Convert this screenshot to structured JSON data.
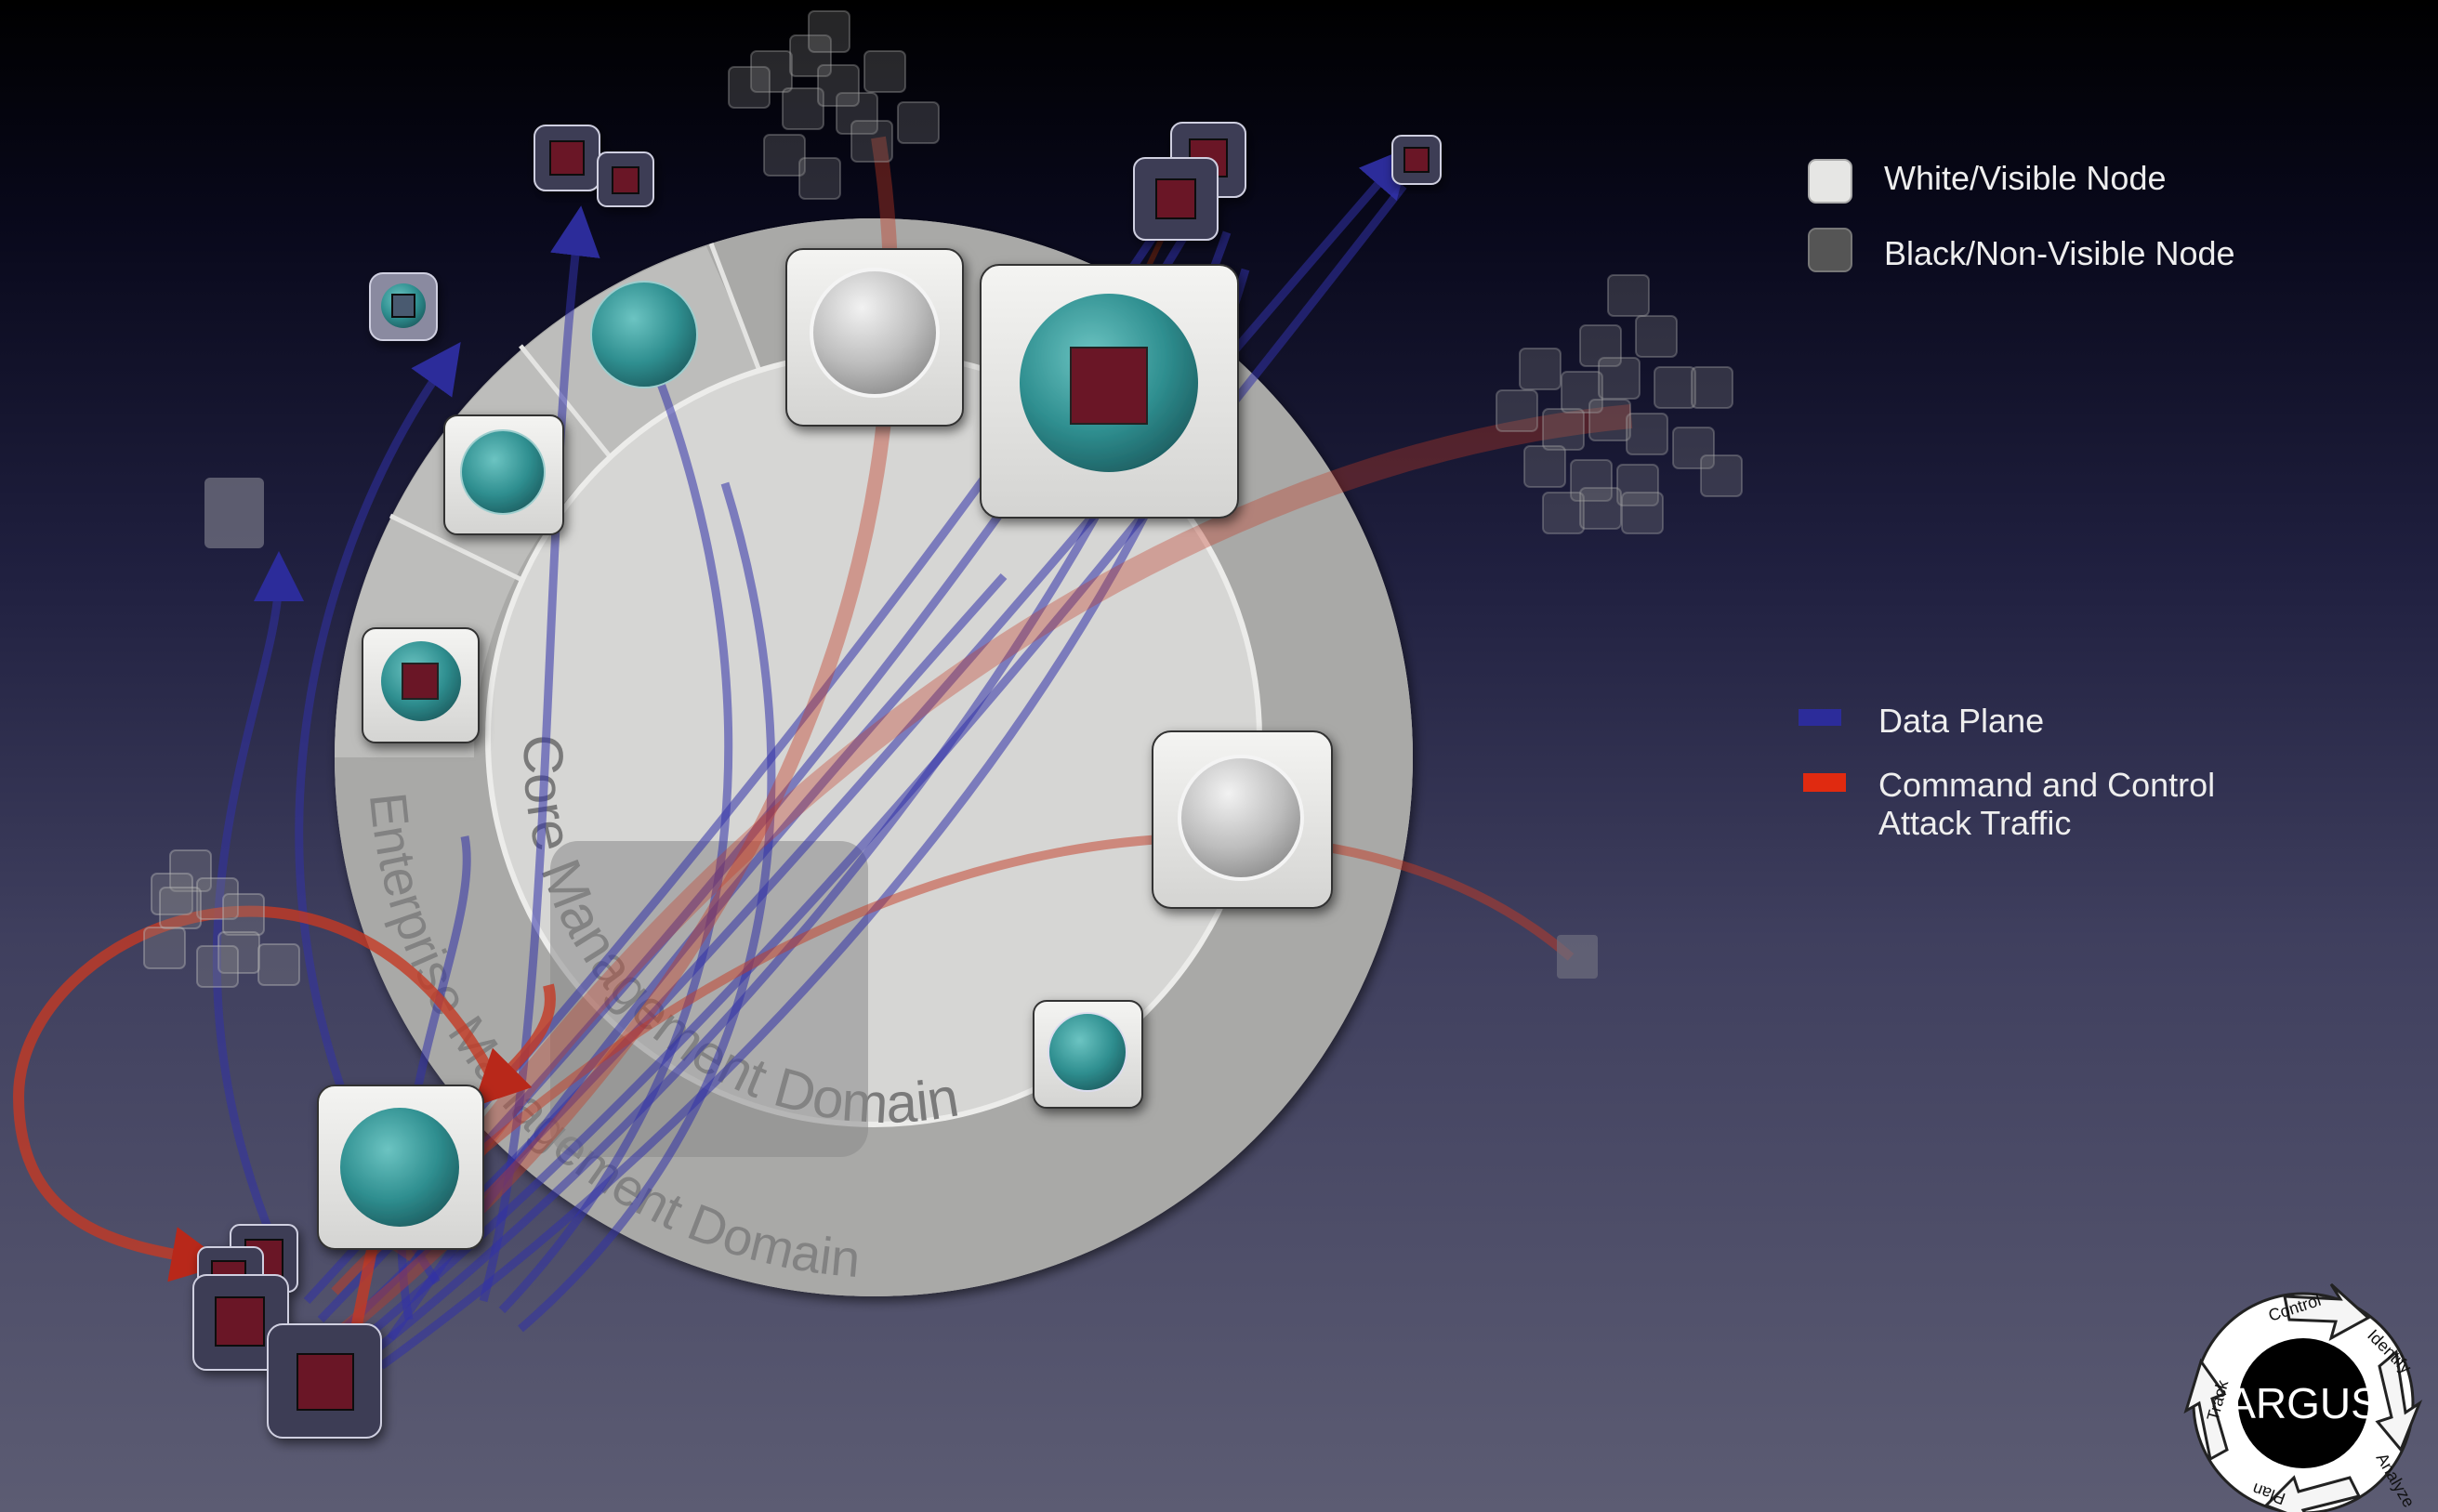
{
  "legend": {
    "nodes": [
      {
        "label": "White/Visible Node",
        "swatch": "#e6e6e4"
      },
      {
        "label": "Black/Non-Visible Node",
        "swatch": "#555555"
      }
    ],
    "traffic": [
      {
        "label": "Data Plane",
        "color": "#2c2c9a"
      },
      {
        "label": "Command and Control",
        "label2": "Attack Traffic",
        "color": "#e02a10"
      }
    ]
  },
  "domains": {
    "core": "Core Management Domain",
    "enterprise": "Enterprise Management Domain"
  },
  "logo": {
    "name": "ARGUS",
    "steps": [
      "Control",
      "Identify",
      "Analyze",
      "Plan",
      "Track"
    ]
  },
  "colors": {
    "compromised": "#6a1428",
    "teal": "#3a9a9a",
    "data_plane": "#3232a8",
    "attack": "#c43a24"
  }
}
